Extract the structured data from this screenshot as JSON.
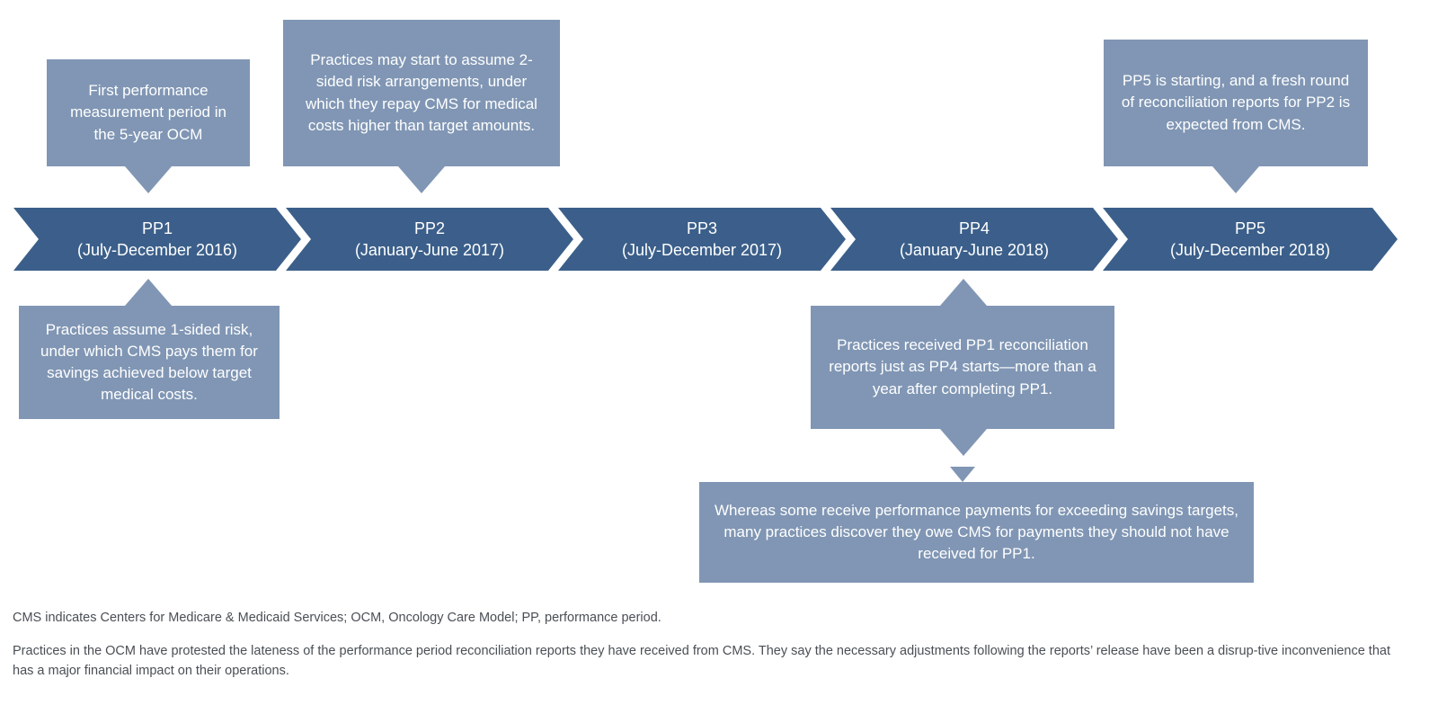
{
  "colors": {
    "chevron_fill": "#3b5f8a",
    "callout_fill": "#8096b4",
    "callout_text": "#ffffff",
    "footnote_text": "#4a4f55",
    "background": "#ffffff"
  },
  "timeline": {
    "periods": [
      {
        "id": "pp1",
        "label": "PP1",
        "dates": "(July-December 2016)"
      },
      {
        "id": "pp2",
        "label": "PP2",
        "dates": "(January-June 2017)"
      },
      {
        "id": "pp3",
        "label": "PP3",
        "dates": "(July-December 2017)"
      },
      {
        "id": "pp4",
        "label": "PP4",
        "dates": "(January-June 2018)"
      },
      {
        "id": "pp5",
        "label": "PP5",
        "dates": "(July-December 2018)"
      }
    ]
  },
  "callouts": {
    "pp1_above": "First performance measurement period in the 5-year OCM",
    "pp2_above": "Practices may start to assume 2-sided risk arrangements, under which they repay CMS for medical costs higher than target amounts.",
    "pp5_above": "PP5 is starting, and a fresh round of reconciliation reports for PP2 is expected from CMS.",
    "pp1_below": "Practices assume 1-sided risk, under which CMS pays them for savings achieved below target medical costs.",
    "pp4_below": "Practices received PP1 reconciliation reports just as PP4 starts—more than a year after completing PP1.",
    "pp4_below_second": "Whereas some receive performance payments for exceeding savings targets, many practices discover they owe CMS for payments they should not have received for PP1."
  },
  "footnotes": {
    "abbreviations": "CMS indicates Centers for Medicare & Medicaid Services; OCM, Oncology Care Model; PP, performance period.",
    "body": "Practices in the OCM have protested the lateness of the performance period reconciliation reports they have received from CMS. They say the necessary adjustments following the reports’ release have been a disrup-tive inconvenience that has a major financial impact on their operations."
  }
}
